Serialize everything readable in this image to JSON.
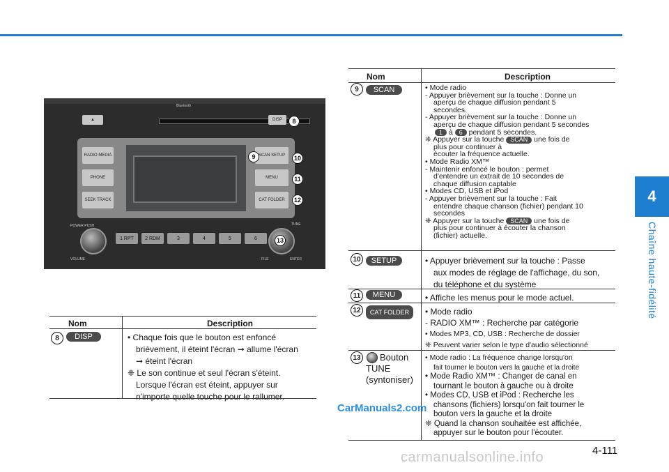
{
  "page": {
    "chapter_number": "4",
    "chapter_title": "Chaîne haute-fidélité",
    "page_number": "4-111",
    "watermark": "CarManuals2.com",
    "watermark_bottom": "carmanualsonline.info"
  },
  "photo": {
    "labels": {
      "bluetooth": "Bluetooth",
      "disp": "DISP",
      "radio_media": "RADIO MEDIA",
      "phone": "PHONE",
      "seek_track": "SEEK TRACK",
      "scan_setup": "SCAN SETUP",
      "menu": "MENU",
      "cat_folder": "CAT FOLDER",
      "power_push": "POWER PUSH",
      "volume": "VOLUME",
      "tune": "TUNE",
      "file": "FILE",
      "enter": "ENTER"
    },
    "presets": [
      "1 RPT",
      "2 RDM",
      "3",
      "4",
      "5",
      "6"
    ],
    "callouts": [
      "8",
      "9",
      "10",
      "11",
      "12",
      "13"
    ]
  },
  "left_table": {
    "col_name": "Nom",
    "col_desc": "Description",
    "rows": [
      {
        "num": "8",
        "key": "DISP",
        "lines": [
          "• Chaque fois que le bouton est enfoncé",
          "brièvement, il éteint l'écran ➞ allume l'écran",
          "➞ éteint l'écran",
          "❈ Le son continue et seul l'écran s'éteint.",
          "Lorsque l'écran est éteint, appuyer sur",
          "n'importe quelle touche pour le rallumer."
        ]
      }
    ]
  },
  "right_table": {
    "col_name": "Nom",
    "col_desc": "Description",
    "row9": {
      "num": "9",
      "key": "SCAN",
      "l1": "• Mode radio",
      "l2": "- Appuyer brièvement sur la touche : Donne un",
      "l3": "aperçu de chaque diffusion pendant 5",
      "l4": "secondes.",
      "l5": "- Appuyer brièvement sur la touche : Donne un",
      "l6": "aperçu de chaque diffusion pendant 5 secondes",
      "key1": "1",
      "a": "à",
      "key6": "6",
      "l7": "pendant 5 secondes.",
      "l8a": "❈ Appuyer sur la touche",
      "key_scan": "SCAN",
      "l8b": "une fois de",
      "l9": "plus pour continuer à",
      "l10": "écouter la fréquence actuelle.",
      "l11": "• Mode Radio XM™",
      "l12": "- Maintenir enfoncé le bouton : permet",
      "l13": "d'entendre un extrait de 10 secondes de",
      "l14": "chaque diffusion captable",
      "l15": "• Modes CD, USB et iPod",
      "l16": "- Appuyer brièvement sur la touche : Fait",
      "l17": "entendre chaque chanson (fichier) pendant 10",
      "l18": "secondes",
      "l19a": "❈ Appuyer sur la touche",
      "l19b": "une fois de",
      "l20": "plus pour continuer à écouter la chanson",
      "l21": "(fichier) actuelle."
    },
    "row10": {
      "num": "10",
      "key": "SETUP",
      "lines": [
        "• Appuyer brièvement sur la touche : Passe",
        "aux modes de réglage de l'affichage, du son,",
        "du téléphone et du système"
      ]
    },
    "row11": {
      "num": "11",
      "key": "MENU",
      "lines": [
        "• Affiche les menus pour le mode actuel."
      ]
    },
    "row12": {
      "num": "12",
      "key": "CAT FOLDER",
      "lines": [
        "• Mode radio",
        "- RADIO XM™ : Recherche par catégorie",
        "• Modes MP3, CD, USB : Recherche de dossier",
        "❈ Peuvent varier selon le type d'audio sélectionné"
      ]
    },
    "row13": {
      "num": "13",
      "name_lines": [
        "Bouton",
        "TUNE",
        "(syntoniser)"
      ],
      "lines": [
        "• Mode radio : La fréquence change lorsqu'on",
        "fait tourner le bouton vers la gauche et la droite",
        "• Mode Radio XM™ : Changer de canal en",
        "tournant le bouton à gauche ou à droite",
        "• Modes CD, USB et iPod : Recherche les",
        "chansons (fichiers) lorsqu'on fait tourner le",
        "bouton vers la gauche et la droite",
        "❈ Quand la chanson souhaitée est affichée,",
        "appuyer sur le bouton pour l'écouter."
      ]
    }
  }
}
